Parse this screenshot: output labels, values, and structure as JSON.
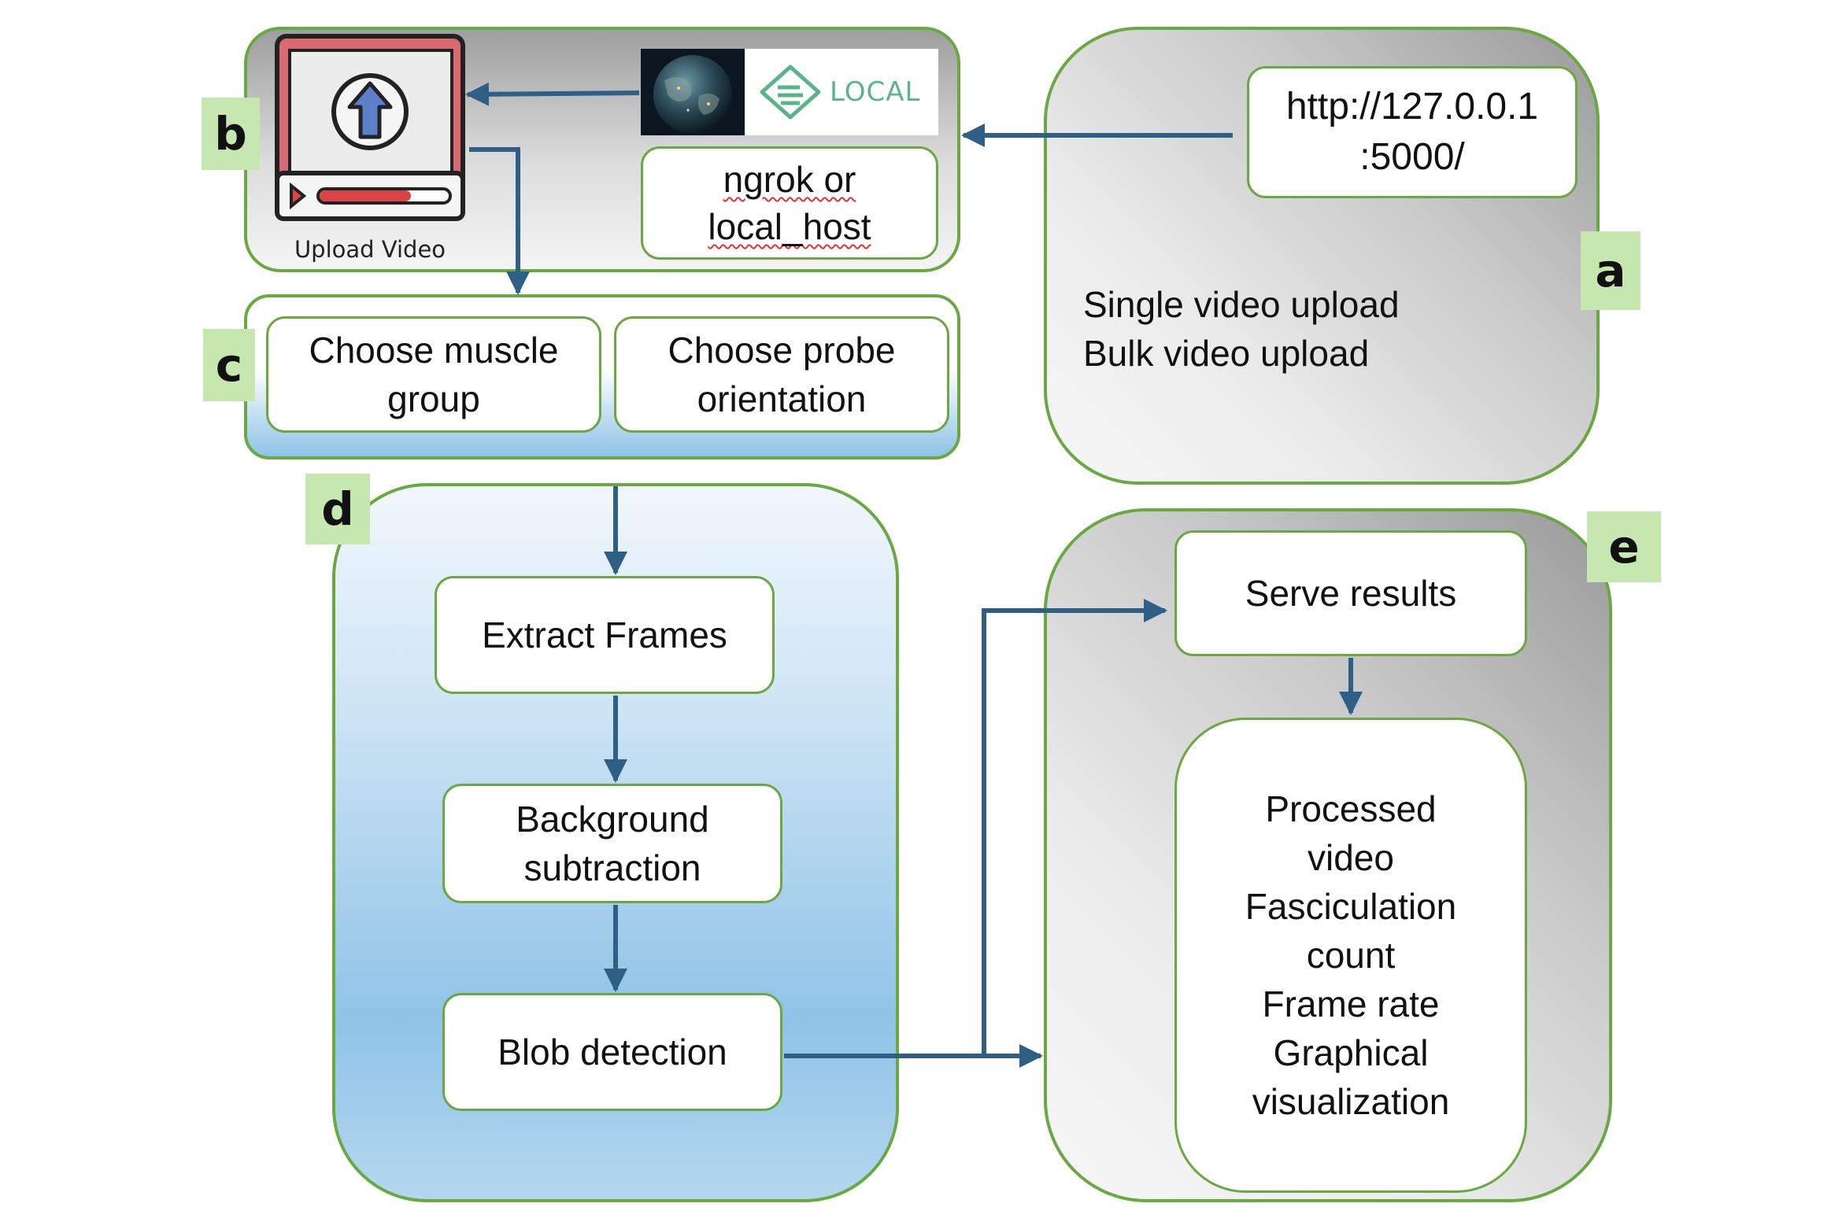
{
  "tags": {
    "a": "a",
    "b": "b",
    "c": "c",
    "d": "d",
    "e": "e"
  },
  "panel_a": {
    "url": "http://127.0.0.1\n:5000/",
    "upload_modes": "Single video upload\nBulk video upload"
  },
  "panel_b": {
    "upload_label": "Upload Video",
    "local_logo_text": "LOCAL",
    "ngrok_line1": "ngrok or",
    "ngrok_line2": "local_host"
  },
  "panel_c": {
    "muscle": "Choose muscle\ngroup",
    "probe": "Choose probe\norientation"
  },
  "panel_d": {
    "extract": "Extract Frames",
    "background": "Background\nsubtraction",
    "blob": "Blob detection"
  },
  "panel_e": {
    "serve": "Serve results",
    "outputs": "Processed\nvideo\nFasciculation\ncount\nFrame rate\nGraphical\nvisualization"
  },
  "colors": {
    "border_green": "#6aa842",
    "arrow_blue": "#2e5f84",
    "tag_green": "#c6e8b0",
    "icon_red": "#d96a73"
  }
}
